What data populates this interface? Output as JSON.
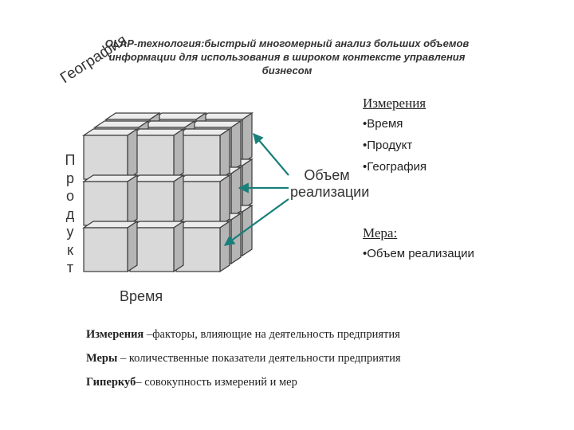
{
  "title": {
    "line1": "OLAP-технология:быстрый многомерный анализ больших объемов",
    "line2": "информации для использования в широком контексте управления",
    "line3": "бизнесом"
  },
  "axes": {
    "geography": "География",
    "product_letters": [
      "П",
      "р",
      "о",
      "д",
      "у",
      "к",
      "т"
    ],
    "time": "Время"
  },
  "volume_label": {
    "line1": "Объем",
    "line2": "реализации"
  },
  "dimensions": {
    "heading": "Измерения",
    "items": [
      "•Время",
      "•Продукт",
      "•География"
    ]
  },
  "measure": {
    "heading": "Мера:",
    "items": [
      "•Объем реализации"
    ]
  },
  "definitions": [
    {
      "term": "Измерения",
      "text": " –факторы, влияющие на деятельность предприятия"
    },
    {
      "term": "Меры",
      "text": " – количественные показатели деятельности предприятия"
    },
    {
      "term": "Гиперкуб",
      "text": "– совокупность измерений и мер"
    }
  ],
  "colors": {
    "arrow": "#1a7f7a",
    "cube_front": "#d9d9d9",
    "cube_top": "#ececec",
    "cube_side": "#b5b5b5",
    "cube_edge": "#3a3a3a"
  }
}
